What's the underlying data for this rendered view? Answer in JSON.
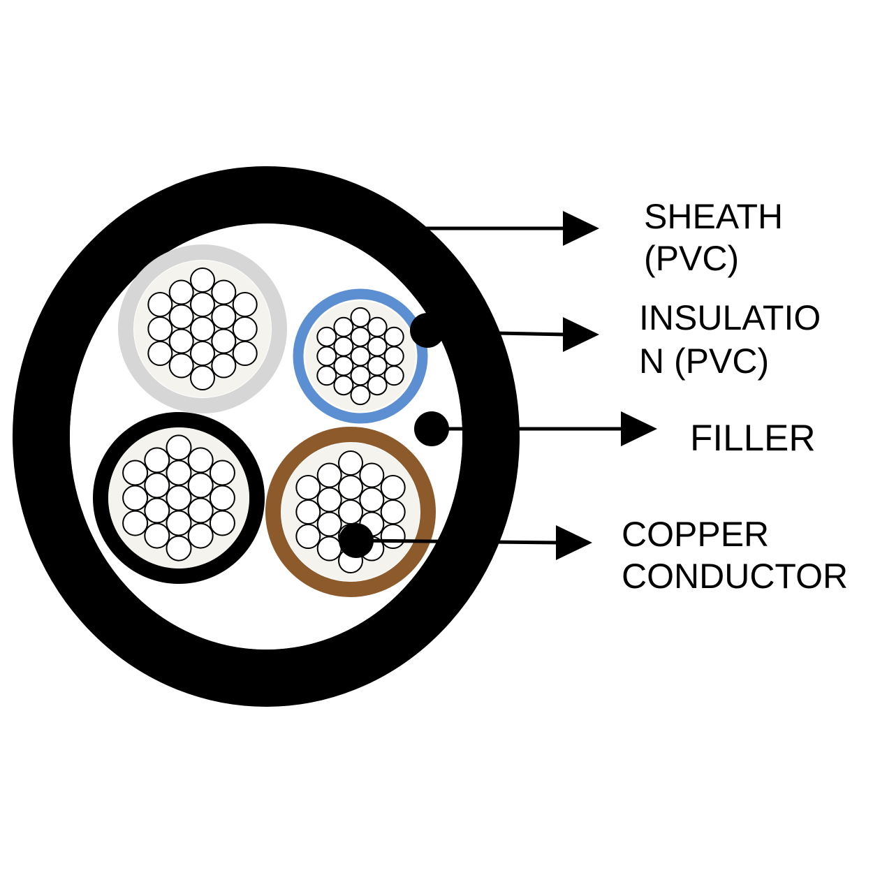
{
  "colors": {
    "sheath": "#000000",
    "filler": "#ffffff",
    "core_grey": "#d6d6d6",
    "core_blue": "#5b8fd2",
    "core_black": "#000000",
    "core_brown": "#8c5a2b",
    "conductor_fill": "#f4f3ee",
    "strand": "#ffffff"
  },
  "labels": {
    "sheath": {
      "line1": "SHEATH",
      "line2": "(PVC)"
    },
    "insulation": {
      "line1": "INSULATIO",
      "line2": "N (PVC)"
    },
    "filler": {
      "line1": "FILLER"
    },
    "conductor": {
      "line1": "COPPER",
      "line2": "CONDUCTOR"
    }
  },
  "cores": [
    {
      "name": "core-grey",
      "insulation_color": "grey",
      "strands": 19
    },
    {
      "name": "core-blue",
      "insulation_color": "blue",
      "strands": 19
    },
    {
      "name": "core-black",
      "insulation_color": "black",
      "strands": 19
    },
    {
      "name": "core-brown",
      "insulation_color": "brown",
      "strands": 19
    }
  ]
}
